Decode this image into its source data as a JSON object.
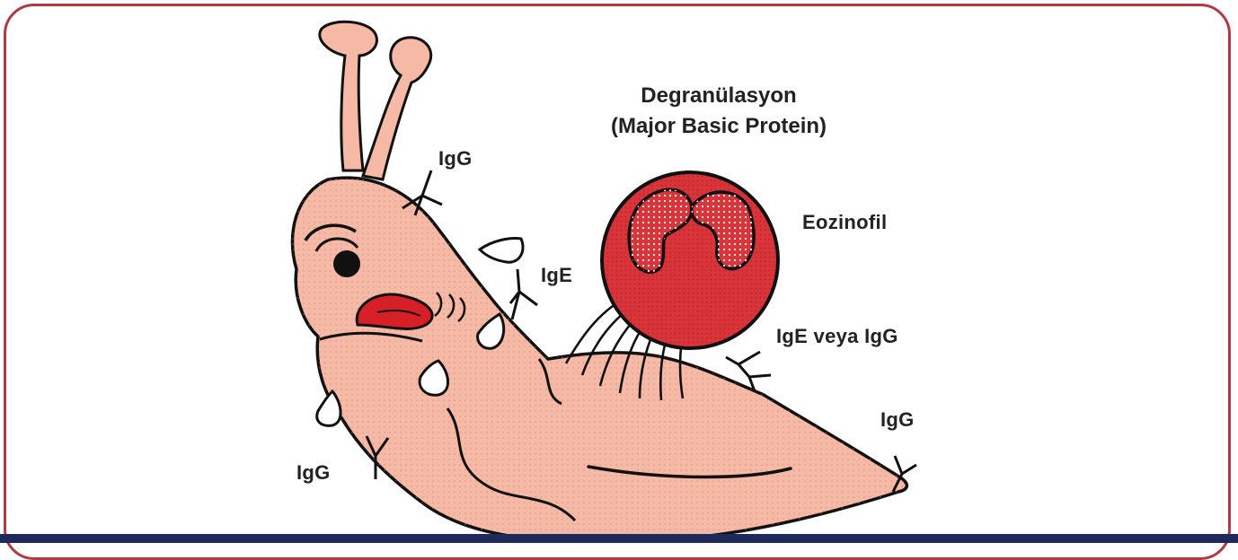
{
  "title": {
    "line1": "Degranülasyon",
    "line2": "(Major Basic Protein)"
  },
  "labels": {
    "eosinophil": "Eozinofil",
    "antibody_either": "IgE veya IgG",
    "igg_top": "IgG",
    "ige": "IgE",
    "igg_left": "IgG",
    "igg_right": "IgG"
  },
  "colors": {
    "frame": "#b33a44",
    "slug_body": "#f6b9a6",
    "eosinophil": "#d8343a",
    "tongue": "#d61f26",
    "bottom_band": "#1e2a5c"
  }
}
